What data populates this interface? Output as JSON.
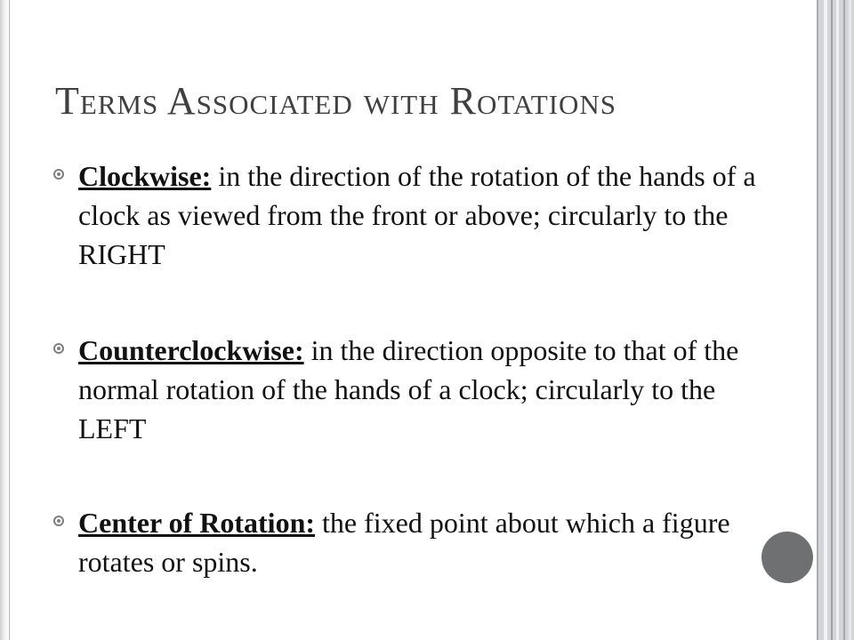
{
  "slide": {
    "title": "Terms Associated with Rotations",
    "bullets": [
      {
        "term": "Clockwise:",
        "definition": " in the direction of the rotation of the hands of a clock as viewed from the front or above; circularly to the RIGHT"
      },
      {
        "term": "Counterclockwise:",
        "definition": " in the direction opposite to that of the normal rotation of the hands of a clock; circularly to the LEFT"
      },
      {
        "term": "Center of Rotation:",
        "definition": " the fixed point about which a figure rotates or spins."
      }
    ]
  },
  "colors": {
    "title": "#404040",
    "text": "#111111",
    "bullet_marker": "#7f7f7f",
    "circle": "#6f7072",
    "side_panel": "#d3d5d8"
  }
}
